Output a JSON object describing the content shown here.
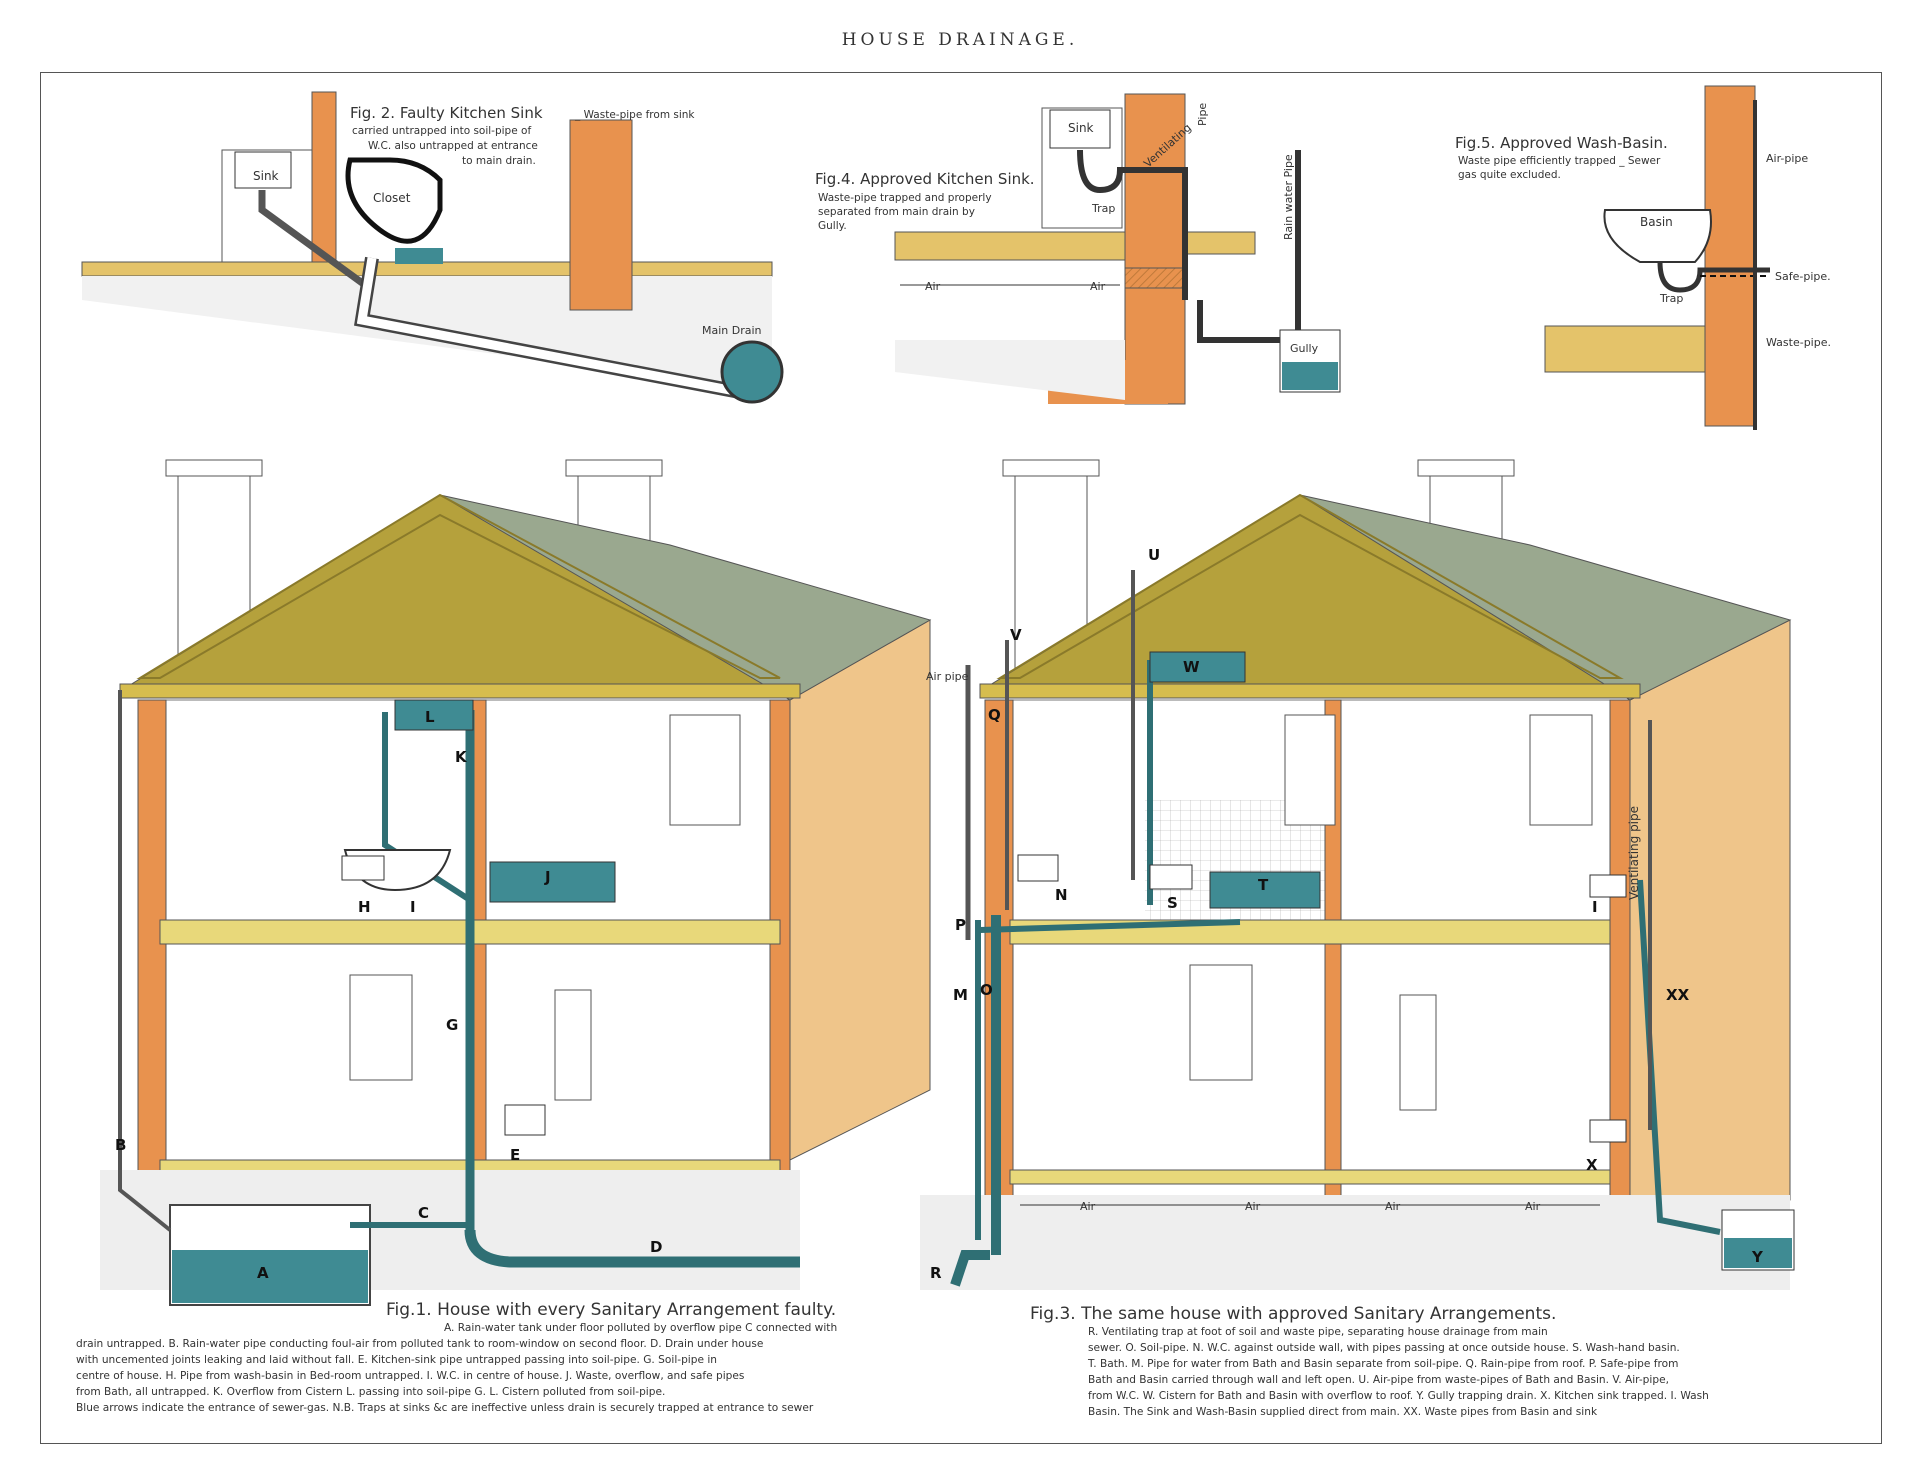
{
  "page_title": "HOUSE DRAINAGE.",
  "fig2": {
    "title": "Fig. 2.  Faulty Kitchen Sink",
    "desc": [
      "_ Waste-pipe from sink",
      "carried untrapped into soil-pipe of",
      "W.C. also untrapped at entrance",
      "to main drain."
    ],
    "labels": {
      "sink": "Sink",
      "closet": "Closet",
      "main_drain": "Main Drain"
    }
  },
  "fig4": {
    "title": "Fig.4.  Approved Kitchen Sink.",
    "desc": [
      "Waste-pipe trapped and properly",
      "separated from main drain by",
      "Gully."
    ],
    "labels": {
      "sink": "Sink",
      "trap": "Trap",
      "ventilating": "Ventilating",
      "pipe": "Pipe",
      "rain_water_pipe": "Rain water Pipe",
      "air1": "Air",
      "air2": "Air",
      "gully": "Gully"
    }
  },
  "fig5": {
    "title": "Fig.5.  Approved Wash-Basin.",
    "desc": [
      "Waste pipe efficiently trapped _ Sewer",
      "gas quite excluded."
    ],
    "labels": {
      "air_pipe": "Air-pipe",
      "basin": "Basin",
      "safe_pipe": "Safe-pipe.",
      "trap": "Trap",
      "waste_pipe": "Waste-pipe."
    }
  },
  "fig1": {
    "tags": {
      "A": "A",
      "B": "B",
      "C": "C",
      "D": "D",
      "E": "E",
      "G": "G",
      "H": "H",
      "I": "I",
      "J": "J",
      "K": "K",
      "L": "L"
    },
    "caption_title": "Fig.1.  House with every Sanitary Arrangement faulty.",
    "caption_lines": [
      "A. Rain-water tank under floor polluted by overflow pipe C connected with",
      "drain untrapped.  B. Rain-water pipe conducting foul-air from polluted tank to room-window on second floor.   D. Drain under house",
      "with uncemented joints leaking and laid without fall.   E. Kitchen-sink pipe untrapped passing into soil-pipe.   G. Soil-pipe in",
      "centre of house.   H. Pipe from wash-basin in Bed-room untrapped.   I. W.C. in centre of house.   J. Waste, overflow, and safe pipes",
      "from Bath, all untrapped.   K. Overflow from Cistern L. passing into soil-pipe G.   L. Cistern polluted from soil-pipe.",
      "Blue arrows indicate the entrance of sewer-gas.              N.B. Traps at sinks &c are ineffective unless drain is securely trapped at entrance to sewer"
    ]
  },
  "fig3": {
    "tags": {
      "Q": "Q",
      "V": "V",
      "U": "U",
      "W": "W",
      "N": "N",
      "S": "S",
      "T": "T",
      "I": "I",
      "P": "P",
      "M": "M",
      "O": "O",
      "R": "R",
      "X": "X",
      "XX": "XX",
      "Y": "Y"
    },
    "air_pipe_label": "Air pipe",
    "ventilating_pipe_label": "Ventilating pipe",
    "air_labels": [
      "Air",
      "Air",
      "Air",
      "Air"
    ],
    "caption_title": "Fig.3.   The same house with approved Sanitary Arrangements.",
    "caption_lines": [
      "R. Ventilating trap at foot of soil and waste pipe, separating house drainage from main",
      "sewer.  O. Soil-pipe.  N. W.C. against outside wall, with pipes passing at once outside house.   S. Wash-hand basin.",
      "T. Bath.   M. Pipe for water from Bath and Basin separate from soil-pipe.   Q. Rain-pipe from roof.   P. Safe-pipe from",
      "Bath and Basin carried through wall and left open.   U. Air-pipe from waste-pipes of Bath and Basin.   V. Air-pipe,",
      "from W.C.   W. Cistern for Bath and Basin with overflow to roof.   Y. Gully trapping drain.   X. Kitchen sink trapped.   I. Wash",
      "Basin.  The Sink and Wash-Basin supplied direct from main.   XX. Waste pipes from Basin and sink"
    ]
  },
  "colors": {
    "brick": "#e8924e",
    "roof_yellow": "#b5a13c",
    "roof_slate": "#9aa88f",
    "side_wall": "#efc58a",
    "pipe_teal": "#2f6f74",
    "water": "#3f8b93",
    "joist_yellow": "#e8d87a",
    "sewer_arrow": "#3f9a93"
  }
}
